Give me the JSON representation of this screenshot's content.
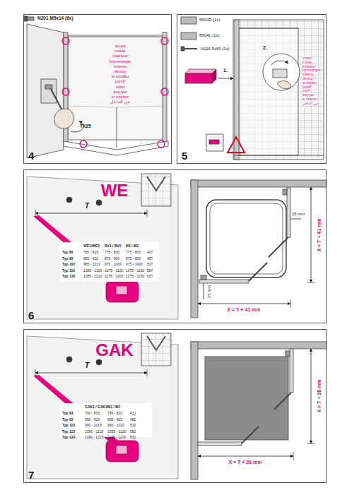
{
  "diagram": {
    "nodes": [
      {
        "text": [
          "4"
        ]
      },
      {
        "text": [
          "5"
        ]
      },
      {
        "text": [
          "6"
        ]
      },
      {
        "text": [
          "7"
        ]
      }
    ],
    "labels": [
      "N201 M5x14 (6x)",
      "innen",
      "inside",
      "intérieur",
      "binnenzijde",
      "interno",
      "dentro",
      "w środku",
      "uvnitř",
      "vnitri",
      "внутри",
      "in interior",
      "من الداخل",
      "TX25",
      "5504R (1x)",
      "5504L (1x)",
      "N116 5x60 (2x)",
      "1.",
      "2.",
      "innen",
      "inside",
      "intérieur",
      "binnenzijde",
      "interno",
      "dentro",
      "w środku",
      "uvnitř",
      "vnitri",
      "внутри",
      "in interior",
      "من الداخل",
      "WE",
      "T",
      "WE1/WE2",
      "BV1 / BV2",
      "M1 / M2",
      "Typ 80",
      "785 - 810",
      "775 - 800",
      "775 - 800",
      "437",
      "Typ 90",
      "885 - 910",
      "875 - 900",
      "875 - 900",
      "487",
      "Typ 100",
      "985 - 1010",
      "975 - 1000",
      "975 - 1000",
      "537",
      "Typ 110",
      "1085 - 1110",
      "1075 - 1100",
      "1075 - 1100",
      "587",
      "Typ 120",
      "1185 - 1210",
      "1175 - 1200",
      "1175 - 1200",
      "637",
      "15 mm",
      "X = T + 41 mm",
      "15 mm",
      "X = T + 41 mm",
      "GAK",
      "T",
      "GAK1 / GAK2",
      "M1 / M2",
      "Typ 83",
      "790 - 815",
      "795 - 820",
      "432",
      "Typ 93",
      "890 - 915",
      "895 - 920",
      "482",
      "Typ 103",
      "990 - 1015",
      "995 - 1020",
      "532",
      "Typ 113",
      "1090 - 1115",
      "1095 - 1120",
      "582",
      "Typ 123",
      "1190 - 1215",
      "1195 - 1220",
      "632",
      "X = T + 26 mm",
      "X = T + 26 mm"
    ]
  }
}
